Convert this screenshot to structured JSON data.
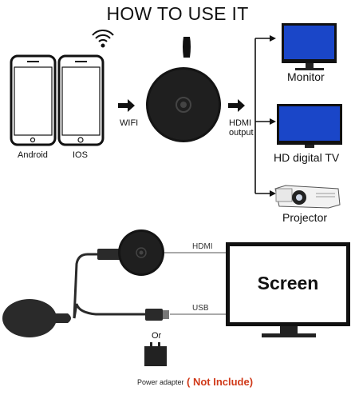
{
  "title": "HOW TO USE IT",
  "phones": [
    {
      "label": "Android"
    },
    {
      "label": "IOS"
    }
  ],
  "connections": {
    "wifi": "WIFI",
    "hdmi_output_line1": "HDMI",
    "hdmi_output_line2": "output"
  },
  "outputs": [
    {
      "label": "Monitor",
      "icon": "monitor-icon"
    },
    {
      "label": "HD digital TV",
      "icon": "tv-icon"
    },
    {
      "label": "Projector",
      "icon": "projector-icon"
    }
  ],
  "wiring": {
    "hdmi_label": "HDMI",
    "usb_label": "USB",
    "screen_label": "Screen",
    "or_label": "Or",
    "adapter_label": "Power adapter",
    "adapter_note": "( Not Include)"
  },
  "colors": {
    "screen_blue": "#1a46c8",
    "device_black": "#111111",
    "note_red": "#d03a1a"
  }
}
